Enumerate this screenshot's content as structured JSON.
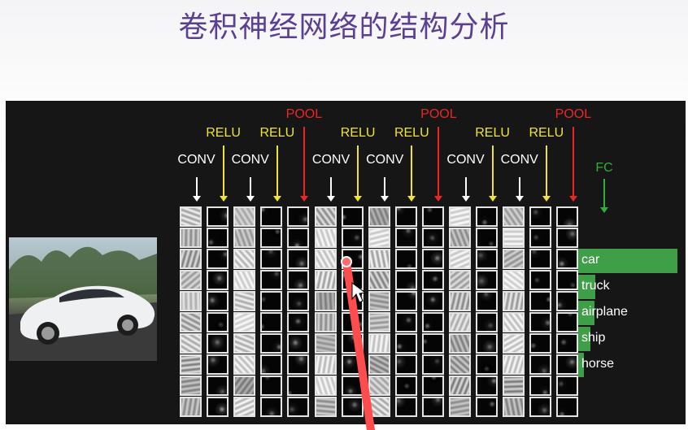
{
  "title": "卷积神经网络的结构分析",
  "layers": [
    {
      "type": "CONV",
      "label": "CONV"
    },
    {
      "type": "RELU",
      "label": "RELU"
    },
    {
      "type": "CONV",
      "label": "CONV"
    },
    {
      "type": "RELU",
      "label": "RELU"
    },
    {
      "type": "POOL",
      "label": "POOL"
    },
    {
      "type": "CONV",
      "label": "CONV"
    },
    {
      "type": "RELU",
      "label": "RELU"
    },
    {
      "type": "CONV",
      "label": "CONV"
    },
    {
      "type": "RELU",
      "label": "RELU"
    },
    {
      "type": "POOL",
      "label": "POOL"
    },
    {
      "type": "CONV",
      "label": "CONV"
    },
    {
      "type": "RELU",
      "label": "RELU"
    },
    {
      "type": "CONV",
      "label": "CONV"
    },
    {
      "type": "RELU",
      "label": "RELU"
    },
    {
      "type": "POOL",
      "label": "POOL"
    }
  ],
  "fc_label": "FC",
  "classes": [
    {
      "label": "car",
      "score": 1.0
    },
    {
      "label": "truck",
      "score": 0.17
    },
    {
      "label": "airplane",
      "score": 0.16
    },
    {
      "label": "ship",
      "score": 0.12
    },
    {
      "label": "horse",
      "score": 0.06
    }
  ],
  "colors": {
    "title": "#5b3f93",
    "conv": "#ffffff",
    "relu": "#f0e430",
    "pool": "#ee2525",
    "fc": "#2fae3d",
    "bar": "#3f9e48",
    "panel": "#161616",
    "pointer": "#ff4d4d"
  }
}
